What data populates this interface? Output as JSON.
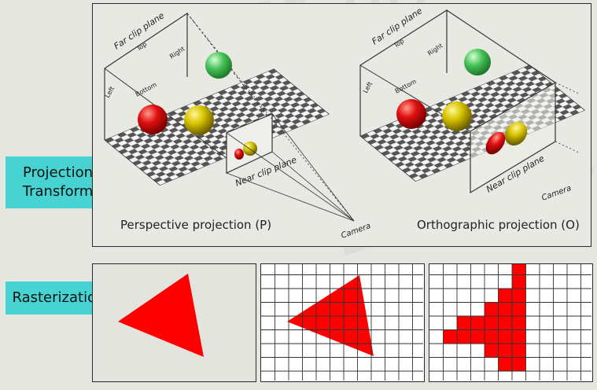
{
  "labels": {
    "projection_line1": "Projection",
    "projection_line2": "Transform",
    "rasterization": "Rasterization"
  },
  "perspective": {
    "far_clip": "Far clip plane",
    "top": "Top",
    "right": "Right",
    "left": "Left",
    "bottom": "Bottom",
    "near_clip": "Near clip plane",
    "camera": "Camera",
    "caption": "Perspective projection (P)"
  },
  "orthographic": {
    "far_clip": "Far clip plane",
    "top": "Top",
    "right": "Right",
    "left": "Left",
    "bottom": "Bottom",
    "near_clip": "Near clip plane",
    "camera": "Camera",
    "caption": "Orthographic projection (O)"
  },
  "raster": {
    "cells": [
      [
        6,
        0
      ],
      [
        6,
        1
      ],
      [
        5,
        2
      ],
      [
        6,
        2
      ],
      [
        4,
        3
      ],
      [
        5,
        3
      ],
      [
        6,
        3
      ],
      [
        2,
        4
      ],
      [
        3,
        4
      ],
      [
        4,
        4
      ],
      [
        5,
        4
      ],
      [
        6,
        4
      ],
      [
        1,
        5
      ],
      [
        2,
        5
      ],
      [
        3,
        5
      ],
      [
        4,
        5
      ],
      [
        5,
        5
      ],
      [
        6,
        5
      ],
      [
        4,
        6
      ],
      [
        5,
        6
      ],
      [
        6,
        6
      ],
      [
        5,
        7
      ],
      [
        6,
        7
      ]
    ]
  },
  "colors": {
    "accent_label": "#48d3d3",
    "triangle": "#ff0000",
    "sphere_red": "#e01010",
    "sphere_yellow": "#d7c400",
    "sphere_green": "#44c055"
  }
}
